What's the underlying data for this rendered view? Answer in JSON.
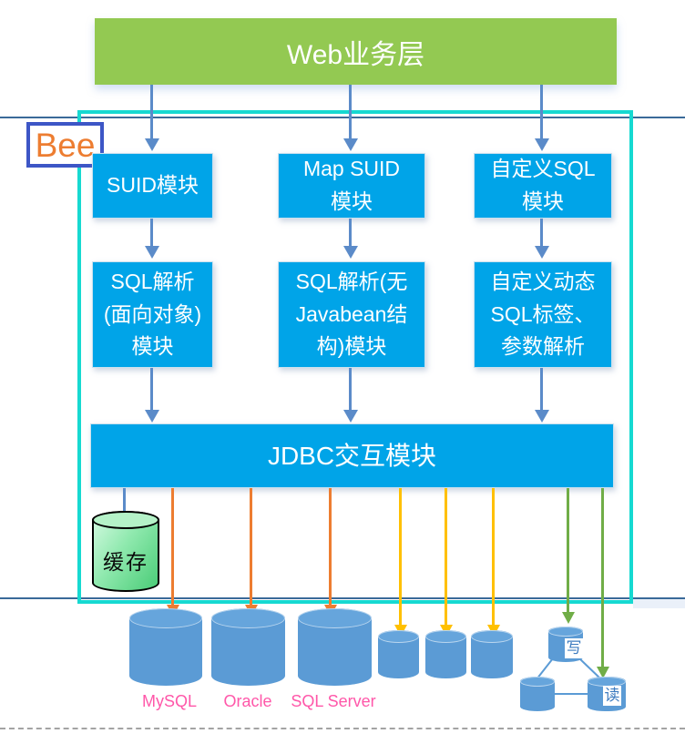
{
  "header": {
    "label": "Web业务层"
  },
  "bee": {
    "label": "Bee"
  },
  "modules_row1": [
    {
      "lines": [
        "SUID模块"
      ]
    },
    {
      "lines": [
        "Map SUID",
        "模块"
      ]
    },
    {
      "lines": [
        "自定义SQL",
        "模块"
      ]
    }
  ],
  "modules_row2": [
    {
      "lines": [
        "SQL解析",
        "(面向对象)",
        "模块"
      ]
    },
    {
      "lines": [
        "SQL解析(无",
        "Javabean结",
        "构)模块"
      ]
    },
    {
      "lines": [
        "自定义动态",
        "SQL标签、",
        "参数解析"
      ]
    }
  ],
  "jdbc": {
    "label": "JDBC交互模块"
  },
  "cache": {
    "label": "缓存"
  },
  "databases": [
    {
      "label": "MySQL"
    },
    {
      "label": "Oracle"
    },
    {
      "label": "SQL Server"
    }
  ],
  "replica": {
    "write_label": "写",
    "read_label": "读"
  },
  "colors": {
    "module_blue": "#00A4E8",
    "header_green": "#93C952",
    "frame_teal": "#16D9D1",
    "bee_text_orange": "#ED7D31",
    "bee_border_blue": "#3D56C6",
    "arrow_blue": "#5B8BC9",
    "arrow_orange": "#ED7D31",
    "arrow_yellow": "#FFC000",
    "arrow_green": "#70AD47",
    "db_cylinder_blue": "#5B9BD5",
    "cache_green": "#7FE6A4",
    "db_label_pink": "#FF57A9",
    "guide_line_slate": "#3A6A99",
    "rw_label_blue": "#3E7CC0"
  }
}
